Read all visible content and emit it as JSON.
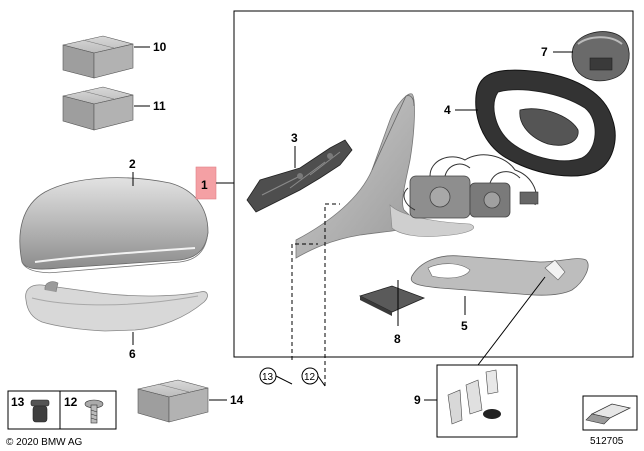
{
  "parts": {
    "p1": "1",
    "p2": "2",
    "p3": "3",
    "p4": "4",
    "p5": "5",
    "p6": "6",
    "p7": "7",
    "p8": "8",
    "p9": "9",
    "p10": "10",
    "p11": "11",
    "p12": "12",
    "p13": "13",
    "p14": "14"
  },
  "box_labels": {
    "b13": "13",
    "b12": "12"
  },
  "callouts": {
    "c13": "13",
    "c12": "12"
  },
  "footer": {
    "copyright": "© 2020 BMW AG",
    "diagram_number": "512705"
  },
  "colors": {
    "highlight": "#f4a0a4",
    "part_gray": "#b9b9b9",
    "dark_gray": "#4a4a4a"
  }
}
